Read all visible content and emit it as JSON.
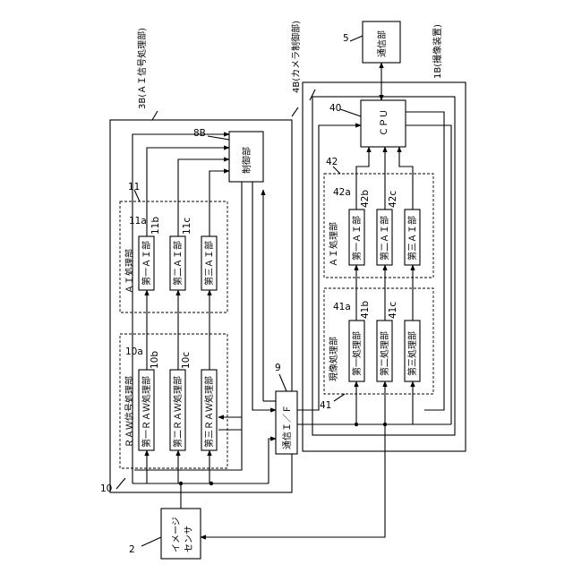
{
  "refs": {
    "r2": "2",
    "r5": "5",
    "r8B": "8B",
    "r9": "9",
    "r10": "10",
    "r10a": "10a",
    "r10b": "10b",
    "r10c": "10c",
    "r11": "11",
    "r11a": "11a",
    "r11b": "11b",
    "r11c": "11c",
    "r40": "40",
    "r41": "41",
    "r41a": "41a",
    "r41b": "41b",
    "r41c": "41c",
    "r42": "42",
    "r42a": "42a",
    "r42b": "42b",
    "r42c": "42c"
  },
  "groups": {
    "ai_signal_unit": "3B(ＡＩ信号処理部)",
    "camera_control_unit": "4B(カメラ制御部)",
    "imaging_device": "1B(撮像装置)",
    "raw_processing": "ＲＡＷ信号処理部",
    "ai_processing": "ＡＩ処理部",
    "develop_processing": "現像処理部",
    "ai_section_42": "ＡＩ処理部"
  },
  "blocks": {
    "image_sensor_1": "イメージ",
    "image_sensor_2": "センサ",
    "control_unit": "制御部",
    "comm_if": "通信Ｉ／Ｆ",
    "cpu": "ＣＰＵ",
    "comm_unit": "通信部",
    "raw1": "第一ＲＡＷ処理部",
    "raw2": "第二ＲＡＷ処理部",
    "raw3": "第三ＲＡＷ処理部",
    "ai1": "第一ＡＩ部",
    "ai2": "第二ＡＩ部",
    "ai3": "第三ＡＩ部",
    "dev1": "第一処理部",
    "dev2": "第二処理部",
    "dev3": "第三処理部",
    "cai1": "第一ＡＩ部",
    "cai2": "第二ＡＩ部",
    "cai3": "第三ＡＩ部"
  }
}
